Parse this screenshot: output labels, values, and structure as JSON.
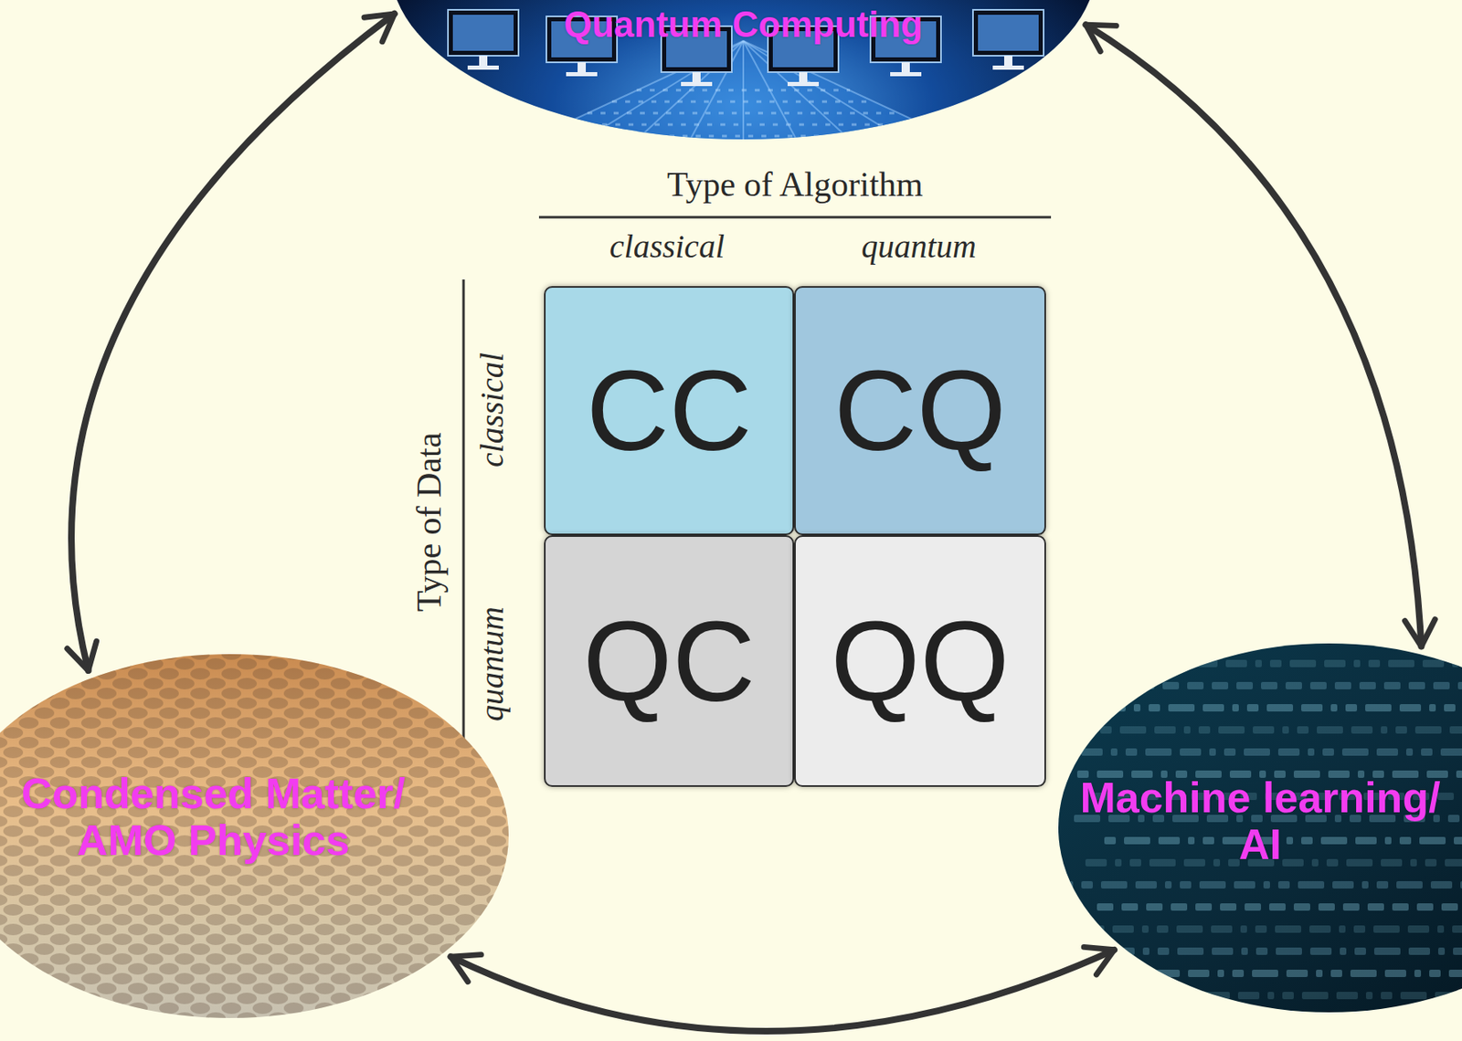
{
  "diagram": {
    "nodes": [
      {
        "text": [
          "Quantum Computing"
        ]
      },
      {
        "text": [
          "CC"
        ]
      },
      {
        "text": [
          "CQ"
        ]
      },
      {
        "text": [
          "QC"
        ]
      },
      {
        "text": [
          "QQ"
        ]
      },
      {
        "text": [
          "Condensed Matter/ AMO Physics"
        ]
      },
      {
        "text": [
          "Machine learning/ AI"
        ]
      }
    ],
    "edges": [
      {
        "from": 0,
        "to": 5,
        "arrow": "both"
      },
      {
        "from": 0,
        "to": 6,
        "arrow": "both"
      },
      {
        "from": 5,
        "to": 6,
        "arrow": "both"
      }
    ],
    "labels": [
      "Type of Algorithm",
      "classical",
      "quantum",
      "Type of Data",
      "classical",
      "quantum"
    ]
  }
}
